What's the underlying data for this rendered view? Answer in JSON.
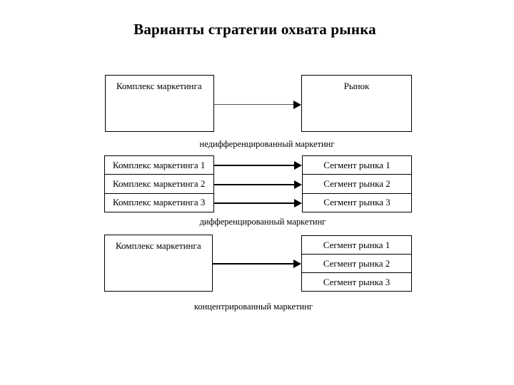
{
  "title": "Варианты стратегии охвата рынка",
  "colors": {
    "background": "#ffffff",
    "text": "#000000",
    "box_border": "#000000",
    "arrow_head": "#000000",
    "arrow_shaft_thin": "#555555"
  },
  "sections": [
    {
      "id": "undifferentiated",
      "left_boxes": [
        "Комплекс маркетинга"
      ],
      "right_boxes": [
        "Рынок"
      ],
      "caption": "недифференцированный маркетинг"
    },
    {
      "id": "differentiated",
      "left_boxes": [
        "Комплекс маркетинга 1",
        "Комплекс маркетинга 2",
        "Комплекс маркетинга 3"
      ],
      "right_boxes": [
        "Сегмент рынка 1",
        "Сегмент рынка 2",
        "Сегмент рынка 3"
      ],
      "caption": "дифференцированный маркетинг"
    },
    {
      "id": "concentrated",
      "left_boxes": [
        "Комплекс маркетинга"
      ],
      "right_boxes": [
        "Сегмент рынка 1",
        "Сегмент рынка 2",
        "Сегмент рынка 3"
      ],
      "caption": "концентрированный маркетинг"
    }
  ]
}
